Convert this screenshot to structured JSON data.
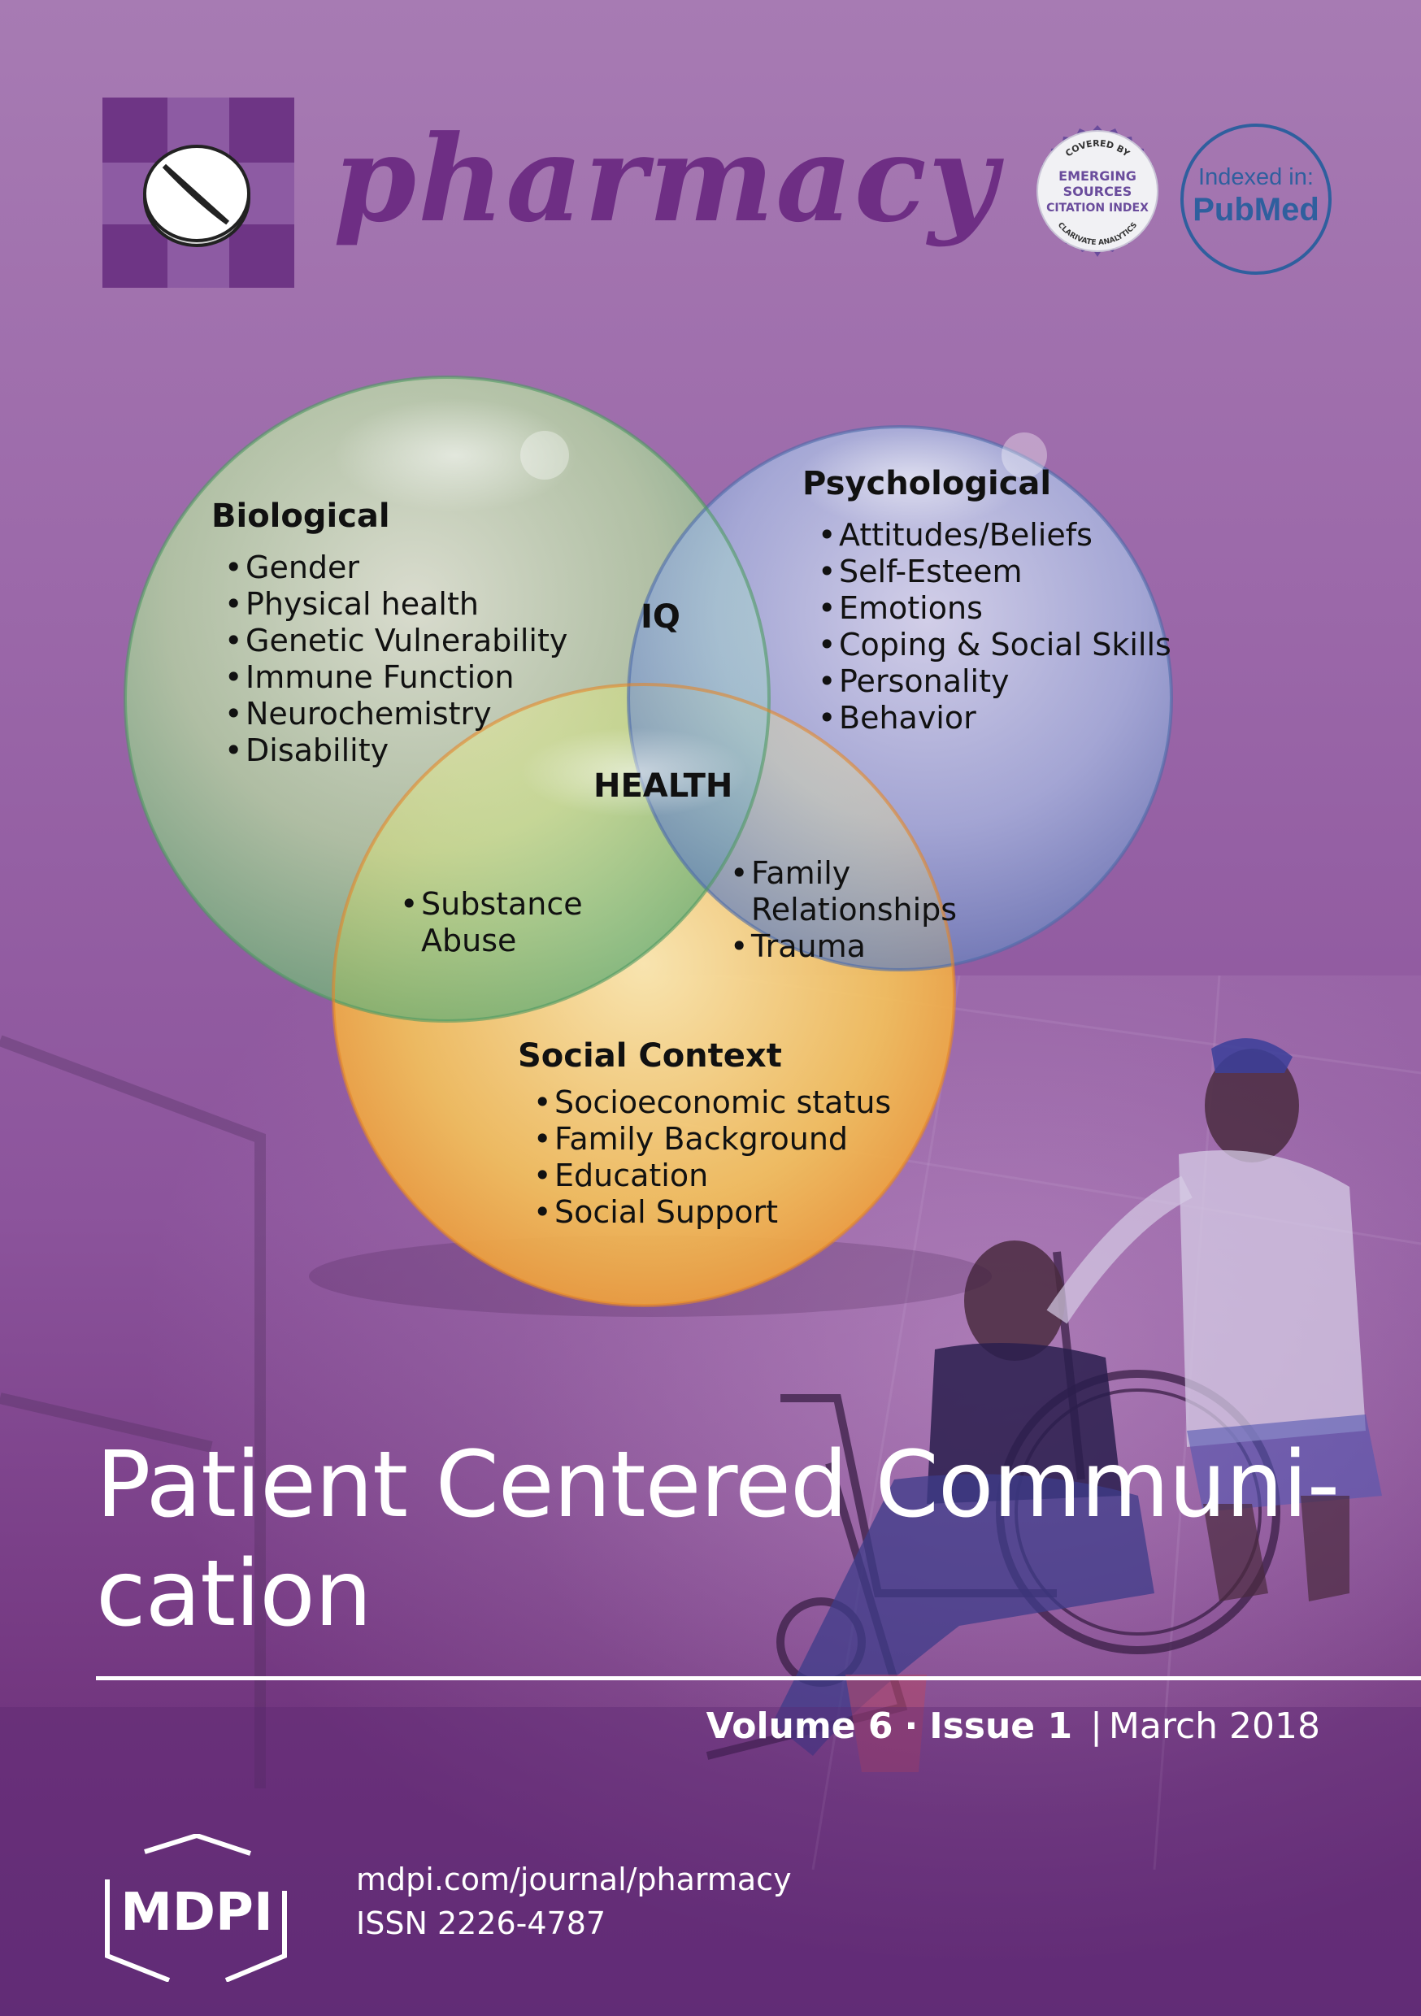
{
  "header": {
    "journal_name": "pharmacy",
    "esci_badge": {
      "top_text": "COVERED BY",
      "lines": [
        "EMERGING",
        "SOURCES",
        "CITATION INDEX"
      ],
      "bottom_text": "CLARIVATE ANALYTICS"
    },
    "pubmed_badge": {
      "line1": "Indexed in:",
      "line2": "PubMed"
    }
  },
  "venn": {
    "biological": {
      "heading": "Biological",
      "items": [
        "Gender",
        "Physical health",
        "Genetic Vulnerability",
        "Immune Function",
        "Neurochemistry",
        "Disability"
      ]
    },
    "psychological": {
      "heading": "Psychological",
      "items": [
        "Attitudes/Beliefs",
        "Self-Esteem",
        "Emotions",
        "Coping & Social Skills",
        "Personality",
        "Behavior"
      ]
    },
    "social": {
      "heading": "Social Context",
      "items": [
        "Socioeconomic status",
        "Family Background",
        "Education",
        "Social Support"
      ]
    },
    "overlap_bio_psych": "IQ",
    "center": "HEALTH",
    "overlap_bio_social": [
      "Substance Abuse"
    ],
    "overlap_psych_social": [
      "Family Relationships",
      "Trauma"
    ]
  },
  "title": {
    "line1": "Patient Centered Communi-",
    "line2": "cation"
  },
  "issue": {
    "volume": "Volume 6",
    "dot": "·",
    "issue": "Issue 1",
    "bar": "|",
    "date": "March 2018"
  },
  "footer": {
    "publisher_logo": "MDPI",
    "url": "mdpi.com/journal/pharmacy",
    "issn": "ISSN 2226-4787"
  },
  "icons": {
    "logo": "pill-cross-icon",
    "publisher": "mdpi-hexagon-icon"
  },
  "colors": {
    "background": "#9b68a9",
    "journal_name": "#6e2e84",
    "biological_circle": "#9fcf8a",
    "psychological_circle": "#9ab6e2",
    "social_circle": "#f4b23d",
    "pubmed": "#2f5f9e"
  }
}
